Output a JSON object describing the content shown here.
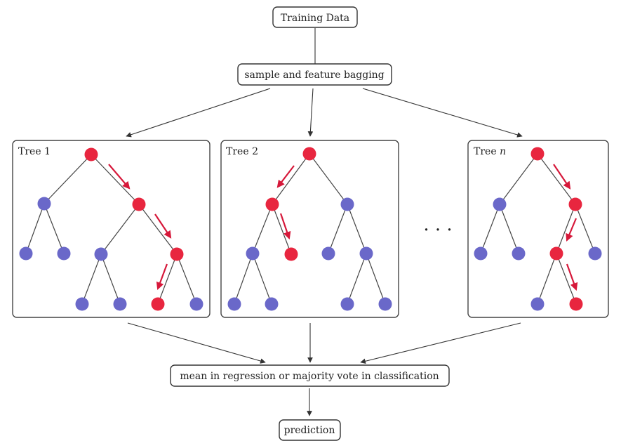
{
  "training_data_label": "Training Data",
  "bagging_label": "sample and feature bagging",
  "aggregate_label": "mean in regression or majority vote in classification",
  "prediction_label": "prediction",
  "ellipsis": ". . .",
  "colors": {
    "selected_node": "#e8263f",
    "unselected_node": "#6a68c9",
    "decision_arrow": "#d6183a"
  },
  "trees": [
    {
      "title_prefix": "Tree",
      "title_suffix": "1",
      "suffix_italic": false
    },
    {
      "title_prefix": "Tree",
      "title_suffix": "2",
      "suffix_italic": false
    },
    {
      "title_prefix": "Tree",
      "title_suffix": "n",
      "suffix_italic": true
    }
  ]
}
